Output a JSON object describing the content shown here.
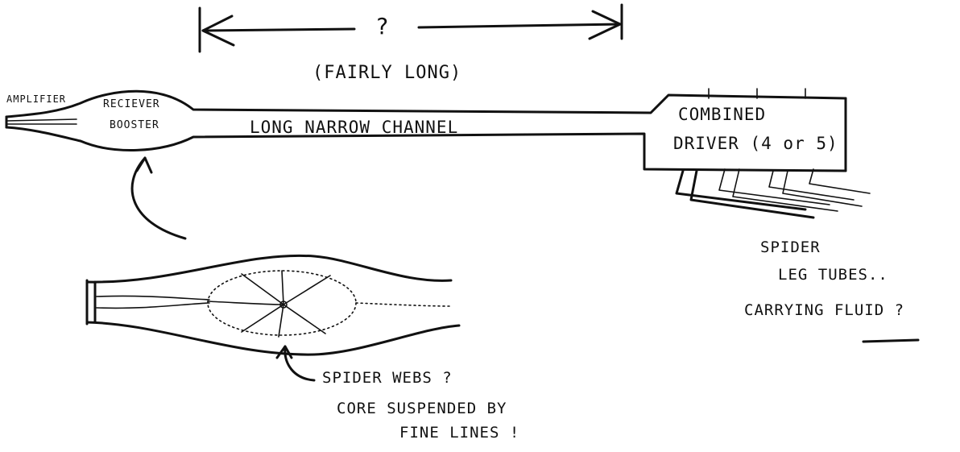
{
  "labels": {
    "length_question": "?",
    "fairly_long": "(FAIRLY LONG)",
    "amplifier": "AMPLIFIER",
    "receiver": "RECIEVER",
    "booster": "BOOSTER",
    "channel": "LONG NARROW CHANNEL",
    "combined": "COMBINED",
    "driver": "DRIVER (4 or 5)",
    "spider_leg_1": "SPIDER",
    "spider_leg_2": "LEG TUBES..",
    "spider_leg_3": "CARRYING FLUID ?",
    "webs_1": "SPIDER WEBS ?",
    "webs_2": "CORE SUSPENDED BY",
    "webs_3": "FINE LINES !"
  },
  "colors": {
    "ink": "#111111",
    "paper": "#ffffff"
  }
}
